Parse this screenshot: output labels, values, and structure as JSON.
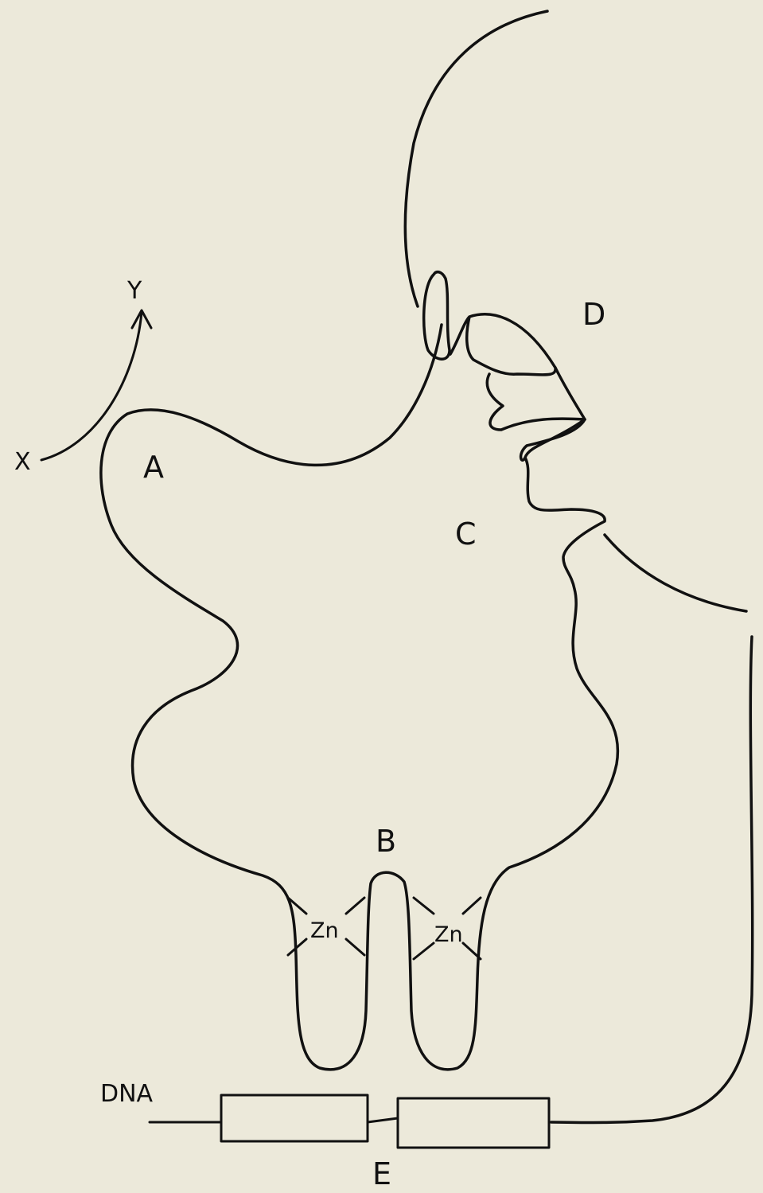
{
  "labels": {
    "axis_x": "X",
    "axis_y": "Y",
    "region_a": "A",
    "region_b": "B",
    "region_c": "C",
    "region_d": "D",
    "region_e": "E",
    "zinc_left": "Zn",
    "zinc_right": "Zn",
    "dna": "DNA"
  },
  "colors": {
    "paper": "#ece9da",
    "ink": "#111111"
  }
}
